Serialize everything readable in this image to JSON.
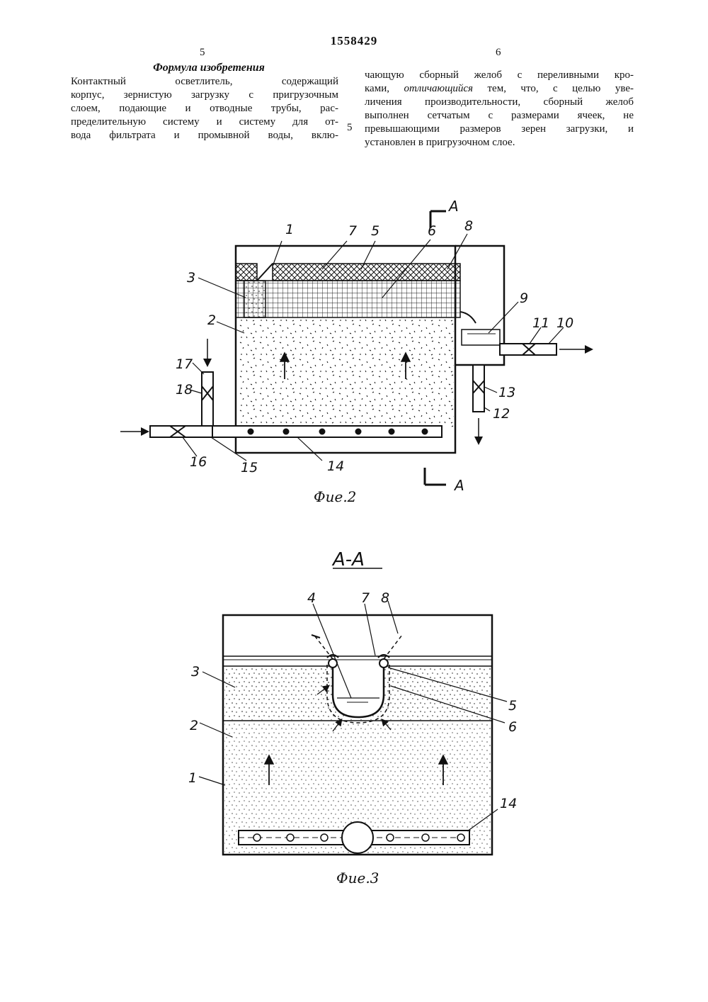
{
  "header": {
    "patent_number": "1558429",
    "col_left": "5",
    "col_right": "6",
    "margin_marker": "5"
  },
  "claims": {
    "heading": "Формула изобретения",
    "left_lines": [
      "Контактный осветлитель, содержащий",
      "корпус, зернистую загрузку с пригрузочным",
      "слоем, подающие и отводные трубы, рас-",
      "пределительную систему и систему для от-",
      "вода фильтрата и промывной воды, вклю-"
    ],
    "right_line1": "чающую сборный желоб с переливными кро-",
    "right_line2_a": "ками, ",
    "right_line2_em": "отличающийся",
    "right_line2_b": " тем, что, с целью уве-",
    "right_lines_rest": [
      "личения производительности, сборный желоб",
      "выполнен сетчатым с размерами ячеек, не",
      "превышающими размеров зерен загрузки, и",
      "установлен в пригрузочном слое."
    ]
  },
  "fig2": {
    "caption": "Фие.2",
    "section_letter": "A",
    "labels": [
      "1",
      "7",
      "5",
      "6",
      "8",
      "3",
      "2",
      "9",
      "11",
      "10",
      "17",
      "18",
      "13",
      "12",
      "16",
      "15",
      "14"
    ]
  },
  "fig3": {
    "section_title": "A-A",
    "caption": "Фие.3",
    "labels": [
      "4",
      "7",
      "8",
      "3",
      "2",
      "1",
      "5",
      "6",
      "14"
    ]
  }
}
